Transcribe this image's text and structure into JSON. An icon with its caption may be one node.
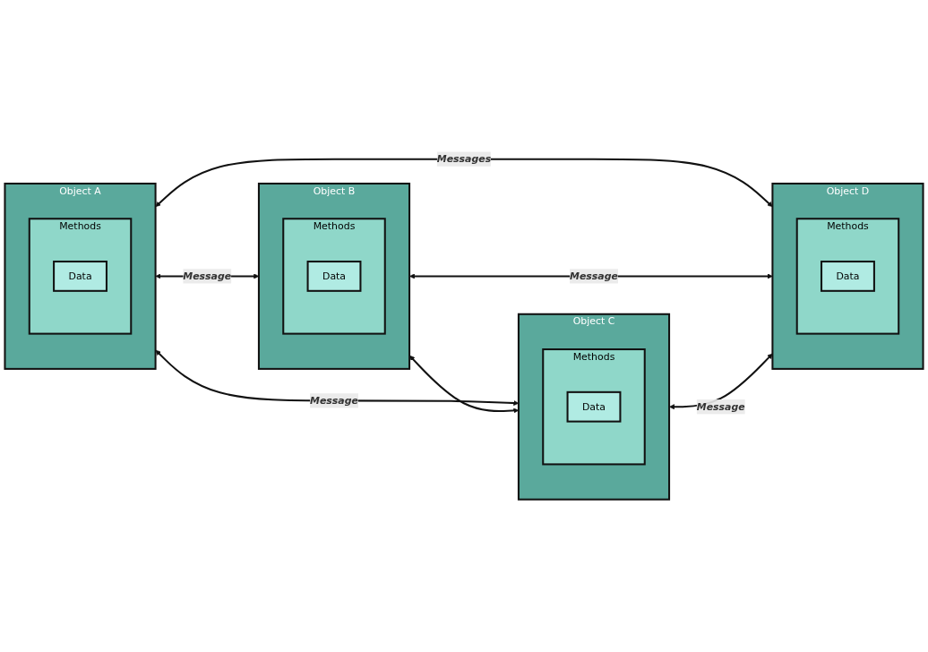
{
  "diagram": {
    "nodes": [
      {
        "text": [
          "Object A"
        ]
      },
      {
        "text": [
          "Methods"
        ],
        "in": 0
      },
      {
        "text": [
          "Data"
        ],
        "in": 1
      },
      {
        "text": [
          "Object B"
        ]
      },
      {
        "text": [
          "Methods"
        ],
        "in": 3
      },
      {
        "text": [
          "Data"
        ],
        "in": 4
      },
      {
        "text": [
          "Object C"
        ]
      },
      {
        "text": [
          "Methods"
        ],
        "in": 6
      },
      {
        "text": [
          "Data"
        ],
        "in": 7
      },
      {
        "text": [
          "Object D"
        ]
      },
      {
        "text": [
          "Methods"
        ],
        "in": 9
      },
      {
        "text": [
          "Data"
        ],
        "in": 10
      }
    ],
    "edges": [
      {
        "from": 0,
        "to": 3,
        "arrow": "both",
        "label": "Message"
      },
      {
        "from": 0,
        "to": 6,
        "arrow": "both",
        "label": "Message"
      },
      {
        "from": 0,
        "to": 9,
        "arrow": "both",
        "label": "Messages"
      },
      {
        "from": 3,
        "to": 6,
        "arrow": "both"
      },
      {
        "from": 3,
        "to": 9,
        "arrow": "both",
        "label": "Message"
      },
      {
        "from": 6,
        "to": 9,
        "arrow": "both",
        "label": "Message"
      }
    ]
  }
}
